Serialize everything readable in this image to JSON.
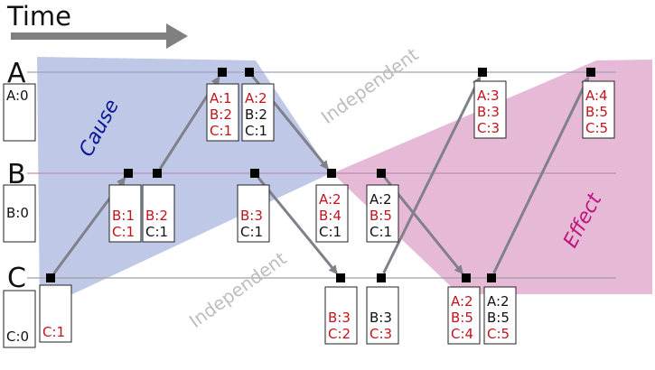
{
  "title": "Time",
  "processes": [
    {
      "id": "A",
      "label": "A",
      "init": "A:0"
    },
    {
      "id": "B",
      "label": "B",
      "init": "B:0"
    },
    {
      "id": "C",
      "label": "C",
      "init": "C:0"
    }
  ],
  "regions": {
    "cause": "Cause",
    "effect": "Effect",
    "independent_top": "Independent",
    "independent_bottom": "Independent"
  },
  "colors": {
    "cause_fill": "#a9b5de",
    "effect_fill": "#dea2c8",
    "cause_text": "#0b1896",
    "effect_text": "#c0157a",
    "highlight_text": "#c2141c",
    "normal_text": "#111111",
    "line_a": "#9ea3c4",
    "line_b": "#b98fb9",
    "line_c": "#a0a0a0",
    "arrow": "#80808a",
    "independent_text": "#bdbdbd"
  },
  "events": [
    {
      "id": "c1",
      "lines": [
        {
          "t": "C:1",
          "hl": true
        }
      ]
    },
    {
      "id": "b1",
      "lines": [
        {
          "t": "B:1",
          "hl": true
        },
        {
          "t": "C:1",
          "hl": true
        }
      ]
    },
    {
      "id": "b2",
      "lines": [
        {
          "t": "B:2",
          "hl": true
        },
        {
          "t": "C:1",
          "hl": false
        }
      ]
    },
    {
      "id": "a1",
      "lines": [
        {
          "t": "A:1",
          "hl": true
        },
        {
          "t": "B:2",
          "hl": true
        },
        {
          "t": "C:1",
          "hl": true
        }
      ]
    },
    {
      "id": "a2",
      "lines": [
        {
          "t": "A:2",
          "hl": true
        },
        {
          "t": "B:2",
          "hl": false
        },
        {
          "t": "C:1",
          "hl": false
        }
      ]
    },
    {
      "id": "b3",
      "lines": [
        {
          "t": "B:3",
          "hl": true
        },
        {
          "t": "C:1",
          "hl": false
        }
      ]
    },
    {
      "id": "b4",
      "lines": [
        {
          "t": "A:2",
          "hl": true
        },
        {
          "t": "B:4",
          "hl": true
        },
        {
          "t": "C:1",
          "hl": false
        }
      ]
    },
    {
      "id": "b5",
      "lines": [
        {
          "t": "A:2",
          "hl": false
        },
        {
          "t": "B:5",
          "hl": true
        },
        {
          "t": "C:1",
          "hl": false
        }
      ]
    },
    {
      "id": "c2",
      "lines": [
        {
          "t": "B:3",
          "hl": true
        },
        {
          "t": "C:2",
          "hl": true
        }
      ]
    },
    {
      "id": "c3",
      "lines": [
        {
          "t": "B:3",
          "hl": false
        },
        {
          "t": "C:3",
          "hl": true
        }
      ]
    },
    {
      "id": "a3",
      "lines": [
        {
          "t": "A:3",
          "hl": true
        },
        {
          "t": "B:3",
          "hl": true
        },
        {
          "t": "C:3",
          "hl": true
        }
      ]
    },
    {
      "id": "c4",
      "lines": [
        {
          "t": "A:2",
          "hl": true
        },
        {
          "t": "B:5",
          "hl": true
        },
        {
          "t": "C:4",
          "hl": true
        }
      ]
    },
    {
      "id": "c5",
      "lines": [
        {
          "t": "A:2",
          "hl": false
        },
        {
          "t": "B:5",
          "hl": false
        },
        {
          "t": "C:5",
          "hl": true
        }
      ]
    },
    {
      "id": "a4",
      "lines": [
        {
          "t": "A:4",
          "hl": true
        },
        {
          "t": "B:5",
          "hl": true
        },
        {
          "t": "C:5",
          "hl": true
        }
      ]
    }
  ],
  "messages": [
    {
      "from": "c1",
      "to": "b1"
    },
    {
      "from": "b2",
      "to": "a1"
    },
    {
      "from": "a2",
      "to": "b4"
    },
    {
      "from": "b3",
      "to": "c2"
    },
    {
      "from": "b5",
      "to": "c4"
    },
    {
      "from": "c3",
      "to": "a3"
    },
    {
      "from": "c5",
      "to": "a4"
    }
  ]
}
